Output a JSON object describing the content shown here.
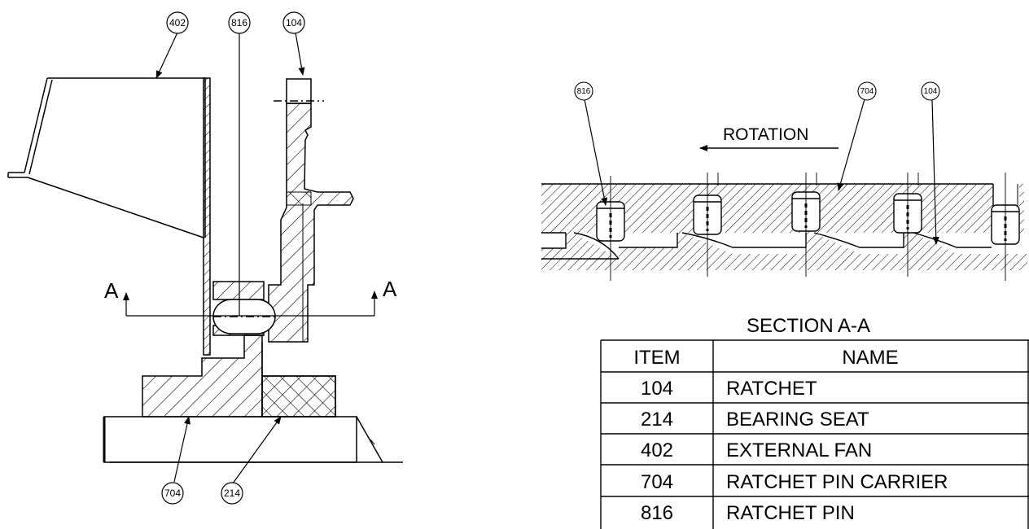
{
  "left_view": {
    "callouts": [
      "402",
      "816",
      "104",
      "704",
      "214"
    ],
    "section_markers": [
      "A",
      "A"
    ]
  },
  "section_view": {
    "callouts": [
      "816",
      "704",
      "104"
    ],
    "rotation_label": "ROTATION",
    "title": "SECTION A-A"
  },
  "parts_table": {
    "headers": [
      "ITEM",
      "NAME"
    ],
    "rows": [
      {
        "item": "104",
        "name": "RATCHET"
      },
      {
        "item": "214",
        "name": "BEARING SEAT"
      },
      {
        "item": "402",
        "name": "EXTERNAL FAN"
      },
      {
        "item": "704",
        "name": "RATCHET PIN CARRIER"
      },
      {
        "item": "816",
        "name": "RATCHET PIN"
      }
    ]
  }
}
